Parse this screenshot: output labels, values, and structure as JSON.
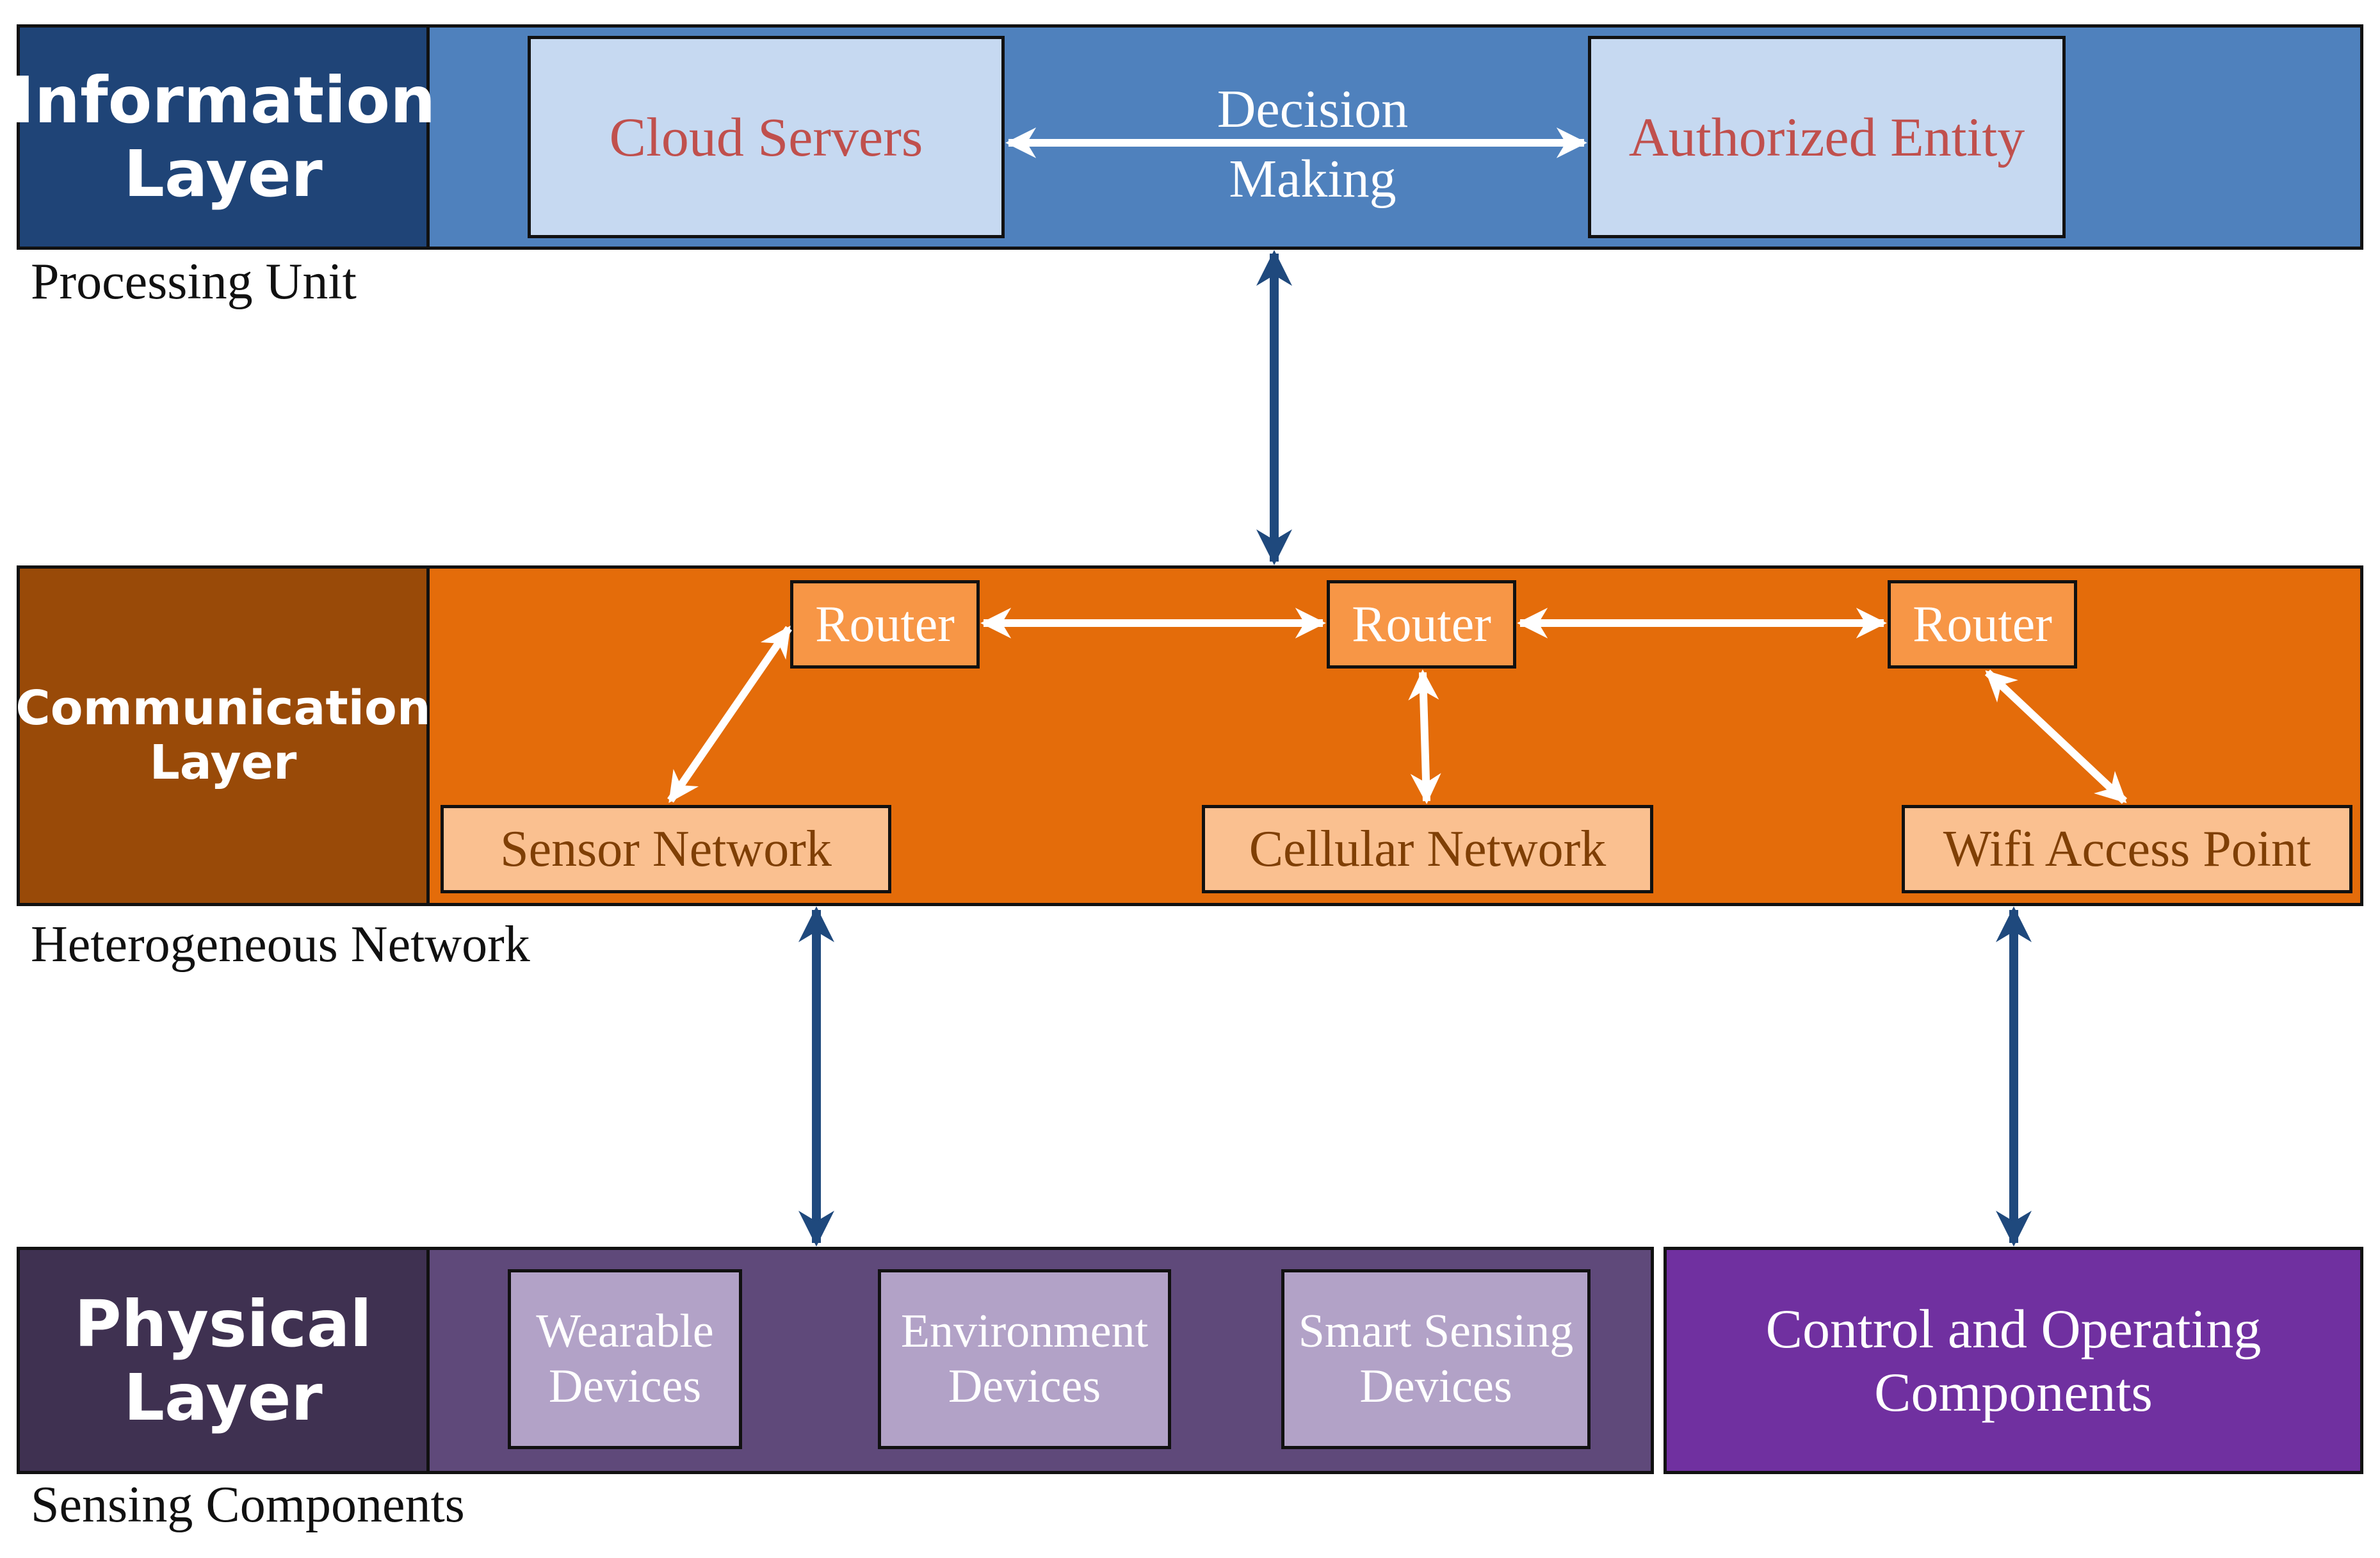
{
  "colors": {
    "info_label_bg": "#1f4477",
    "info_band_bg": "#4f81bd",
    "info_box_bg": "#c6d9f1",
    "info_box_text": "#c0504d",
    "comm_label_bg": "#994a08",
    "comm_band_bg": "#e46c0a",
    "router_bg": "#f79646",
    "network_bg": "#fac090",
    "network_text": "#7f3f05",
    "phys_label_bg": "#3f3151",
    "phys_band_bg": "#5f497a",
    "device_bg": "#b2a2c7",
    "control_bg": "#7030a0",
    "link_arrow": "#1f497d",
    "inner_arrow": "#ffffff"
  },
  "information_layer": {
    "label": "Information\nLayer",
    "caption": "Processing Unit",
    "cloud_servers": "Cloud Servers",
    "decision_making": "Decision\nMaking",
    "authorized_entity": "Authorized Entity"
  },
  "communication_layer": {
    "label": "Communication\nLayer",
    "caption": "Heterogeneous Network",
    "routers": [
      "Router",
      "Router",
      "Router"
    ],
    "sensor_network": "Sensor Network",
    "cellular_network": "Cellular Network",
    "wifi_access_point": "Wifi Access Point"
  },
  "physical_layer": {
    "label": "Physical\nLayer",
    "caption": "Sensing Components",
    "wearable_devices": "Wearable\nDevices",
    "environment_devices": "Environment\nDevices",
    "smart_sensing_devices": "Smart Sensing\nDevices",
    "control_components": "Control and Operating\nComponents"
  }
}
